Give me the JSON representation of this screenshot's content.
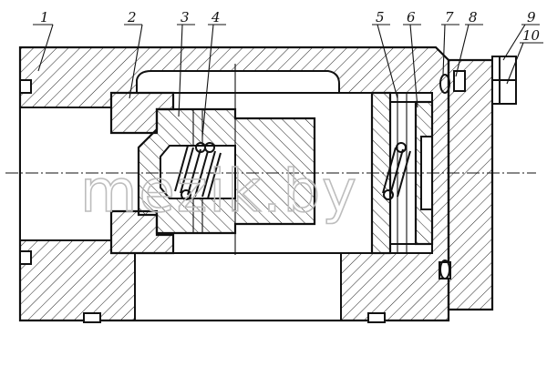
{
  "labels": [
    "1",
    "2",
    "3",
    "4",
    "5",
    "6",
    "7",
    "8",
    "9",
    "10"
  ],
  "watermark": "mezik.by"
}
